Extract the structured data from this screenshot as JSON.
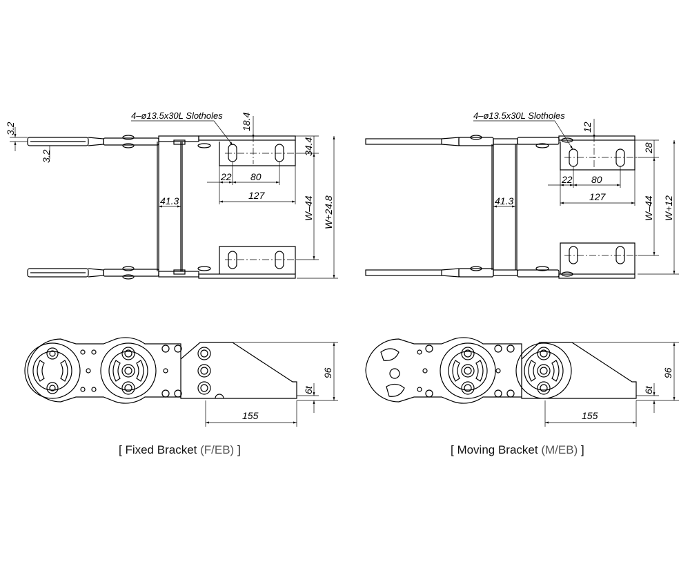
{
  "fixed": {
    "caption_open": "[ Fixed Bracket",
    "caption_code": "(F/EB)",
    "caption_close": "]",
    "slot_label": "4–ø13.5x30L Slotholes",
    "dims": {
      "thk_a": "3.2",
      "thk_b": "3.2",
      "edge_v": "18.4",
      "edge_h": "34.4",
      "offset": "22",
      "pitch": "80",
      "length": "127",
      "gap": "41.3",
      "inner": "W–44",
      "outer": "W+24.8",
      "height": "96",
      "plate": "6t",
      "side_len": "155"
    }
  },
  "moving": {
    "caption_open": "[ Moving Bracket",
    "caption_code": "(M/EB)",
    "caption_close": "]",
    "slot_label": "4–ø13.5x30L Slotholes",
    "dims": {
      "edge_v": "12",
      "edge_h": "28",
      "offset": "22",
      "pitch": "80",
      "length": "127",
      "gap": "41.3",
      "inner": "W–44",
      "outer": "W+12",
      "height": "96",
      "plate": "6t",
      "side_len": "155"
    }
  },
  "colors": {
    "line": "#000000",
    "caption": "#111111",
    "caption_code": "#555555"
  }
}
